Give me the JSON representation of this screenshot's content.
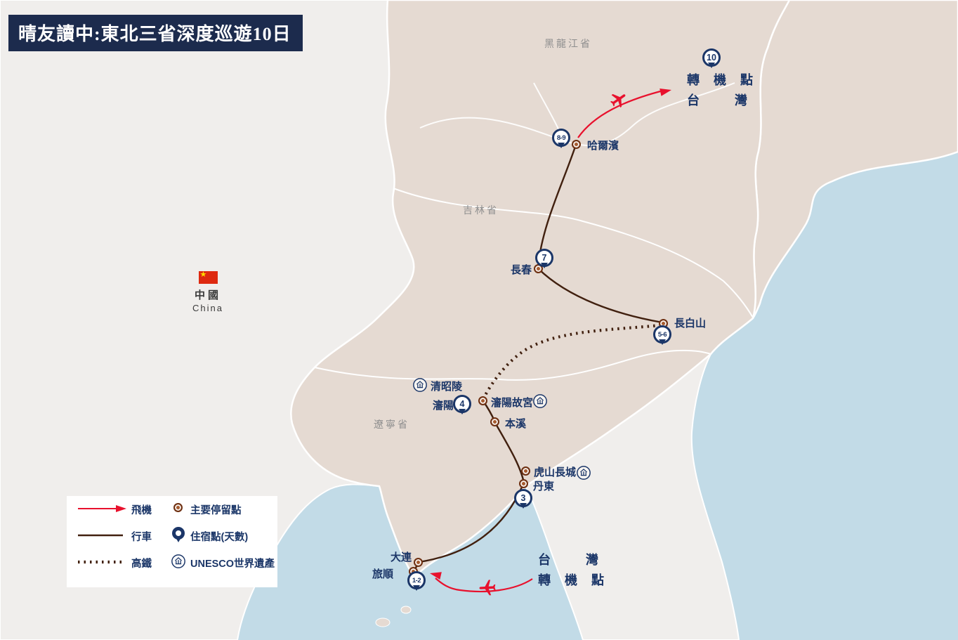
{
  "title": "晴友讀中:東北三省深度巡遊10日",
  "country": {
    "zh": "中國",
    "en": "China"
  },
  "provinces": {
    "heilongjiang": "黑龍江省",
    "jilin": "吉林省",
    "liaoning": "遼寧省"
  },
  "cities": {
    "harbin": "哈爾濱",
    "changchun": "長春",
    "changbaishan": "長白山",
    "qingzhaoling": "清昭陵",
    "shenyang": "瀋陽",
    "shenyang_gugong": "瀋陽故宮",
    "benxi": "本溪",
    "hushan_great_wall": "虎山長城",
    "dandong": "丹東",
    "dalian": "大連",
    "lushun": "旅順"
  },
  "pins": {
    "taiwan": "10",
    "harbin": "8-9",
    "changchun": "7",
    "changbaishan": "5-6",
    "shenyang": "4",
    "dandong": "3",
    "lushun": "1-2"
  },
  "transfer_top": {
    "line1": "轉機點",
    "line2": "台灣"
  },
  "transfer_bottom": {
    "line1": "台灣",
    "line2": "轉機點"
  },
  "legend": {
    "plane": "飛機",
    "drive": "行車",
    "rail": "高鐵",
    "stop": "主要停留點",
    "stay": "住宿點(天數)",
    "unesco": "UNESCO世界遺產"
  },
  "colors": {
    "sea": "#C2DBE7",
    "mainland": "#F0EEEC",
    "northeast_region": "#E5DAD2",
    "navy": "#1B3668",
    "route_brown": "#41200F",
    "flight_red": "#E8112D",
    "stop_dot": "#A55A2E",
    "title_bg": "#1C2B4D"
  }
}
